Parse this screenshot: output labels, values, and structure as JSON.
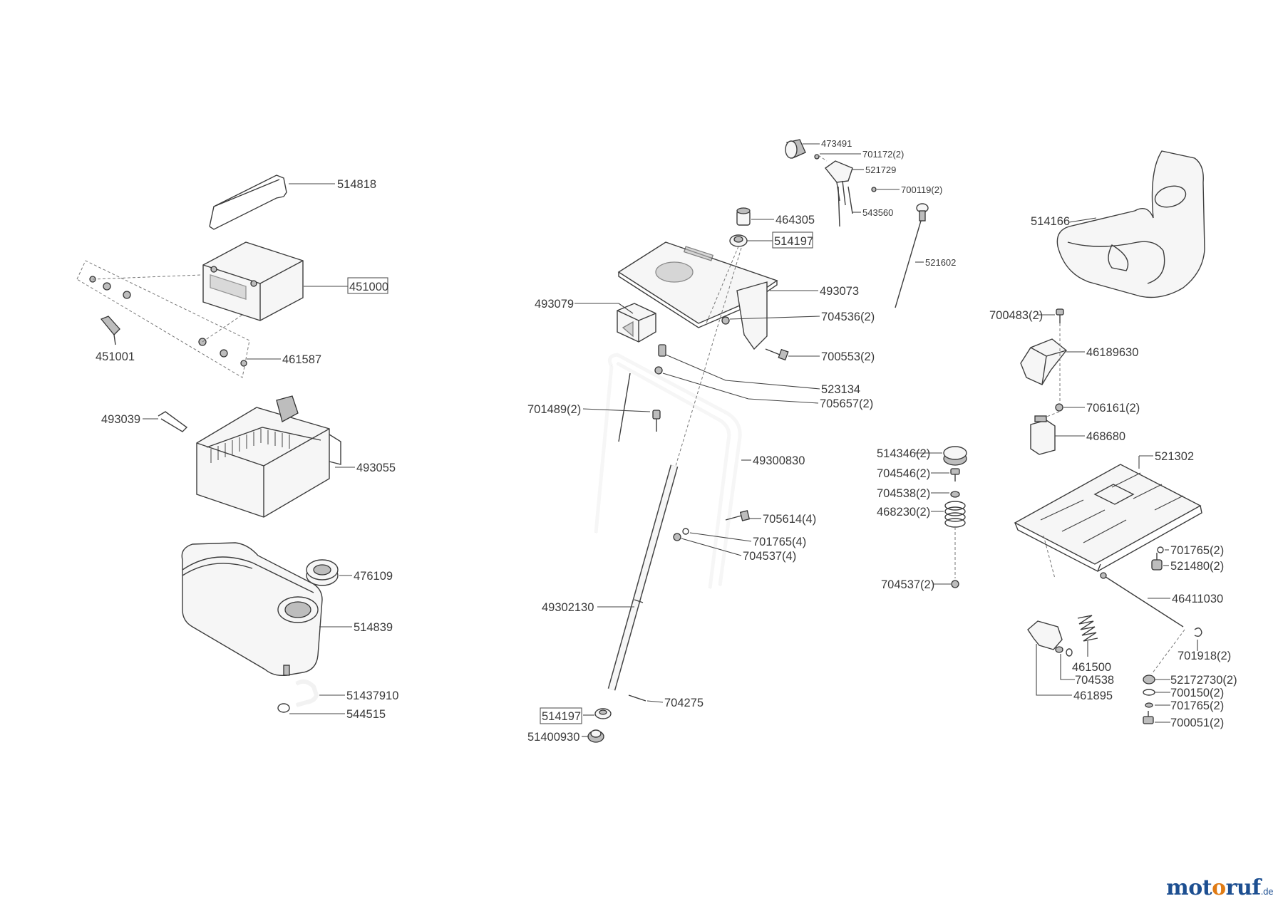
{
  "labels": {
    "p514818": "514818",
    "p451000": "451000",
    "p451001": "451001",
    "p461587": "461587",
    "p493039": "493039",
    "p493055": "493055",
    "p476109": "476109",
    "p514839": "514839",
    "p51437910": "51437910",
    "p544515": "544515",
    "p473491": "473491",
    "p701172": "701172(2)",
    "p521729": "521729",
    "p700119": "700119(2)",
    "p543560": "543560",
    "p464305": "464305",
    "p514197a": "514197",
    "p493073": "493073",
    "p493079": "493079",
    "p704536": "704536(2)",
    "p700553": "700553(2)",
    "p523134": "523134",
    "p705657": "705657(2)",
    "p701489": "701489(2)",
    "p49300830": "49300830",
    "p705614": "705614(4)",
    "p701765_4": "701765(4)",
    "p704537_4": "704537(4)",
    "p49302130": "49302130",
    "p704275": "704275",
    "p514197b": "514197",
    "p51400930": "51400930",
    "p521602": "521602",
    "p514346": "514346(2)",
    "p704546": "704546(2)",
    "p704538_2": "704538(2)",
    "p468230": "468230(2)",
    "p704537_2": "704537(2)",
    "p514166": "514166",
    "p700483": "700483(2)",
    "p46189630": "46189630",
    "p706161": "706161(2)",
    "p468680": "468680",
    "p521302": "521302",
    "p701765_2a": "701765(2)",
    "p521480": "521480(2)",
    "p46411030": "46411030",
    "p701918": "701918(2)",
    "p461500": "461500",
    "p704538": "704538",
    "p461895": "461895",
    "p52172730": "52172730(2)",
    "p700150": "700150(2)",
    "p701765_2b": "701765(2)",
    "p700051": "700051(2)"
  },
  "watermark": {
    "part1": "mot",
    "part2": "o",
    "part3": "ruf",
    "suffix": ".de"
  },
  "colors": {
    "brand_blue": "#1d4f91",
    "brand_orange": "#e07b14"
  }
}
